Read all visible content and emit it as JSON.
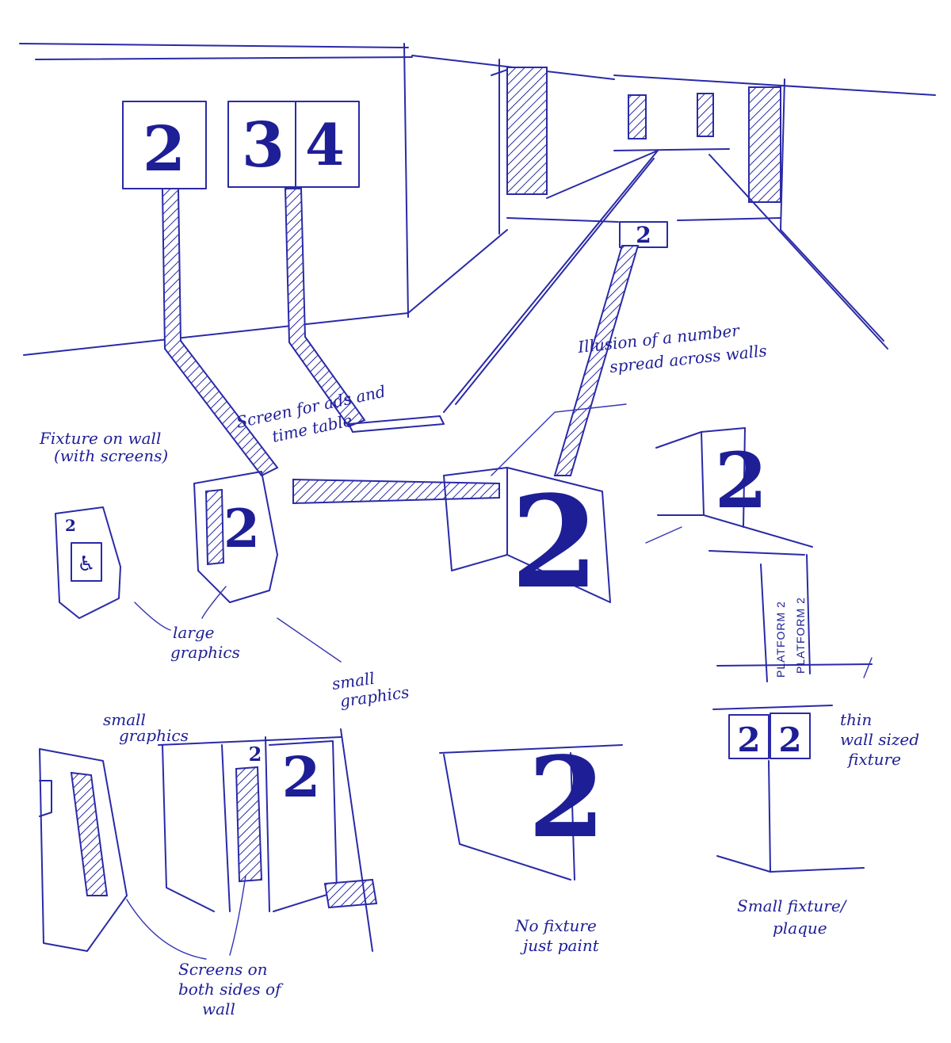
{
  "signs": {
    "top_left": "2",
    "top_middle_a": "3",
    "top_middle_b": "4",
    "corridor": "2",
    "fixture_small": "2",
    "fixture_large": "2",
    "floor_number": "2",
    "wall_corner": "2",
    "panel_small": "2",
    "panel_large": "2",
    "paint": "2",
    "plaque_left": "2",
    "plaque_right": "2"
  },
  "notes": {
    "fixture_on_wall": "Fixture on wall",
    "with_screens": "(with screens)",
    "screen_for": "Screen for ads and",
    "time_table": "time table",
    "illusion_1": "Illusion of a number",
    "illusion_2": "spread across walls",
    "large_1": "large",
    "large_2": "graphics",
    "small_left_1": "small",
    "small_left_2": "graphics",
    "small_mid_1": "small",
    "small_mid_2": "graphics",
    "screens_1": "Screens on",
    "screens_2": "both sides of",
    "screens_3": "wall",
    "no_fixture_1": "No fixture",
    "no_fixture_2": "just paint",
    "thin_1": "thin",
    "thin_2": "wall sized",
    "thin_3": "fixture",
    "plaque_1": "Small fixture/",
    "plaque_2": "plaque"
  },
  "platform_labels": [
    "PLATFORM 2",
    "PLATFORM 2"
  ],
  "colors": {
    "ink": "#2a2aa8",
    "paper": "#ffffff"
  }
}
